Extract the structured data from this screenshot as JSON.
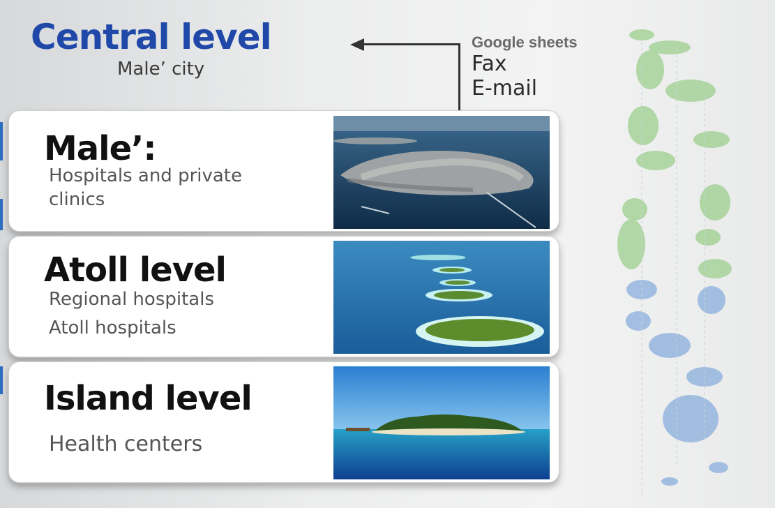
{
  "header": {
    "title": "Central level",
    "subtitle": "Male’ city"
  },
  "channels": [
    "Google sheets",
    "Fax",
    "E-mail"
  ],
  "levels": [
    {
      "title": "Male’:",
      "lines": [
        "Hospitals and private",
        "clinics"
      ]
    },
    {
      "title": "Atoll level",
      "lines": [
        "Regional hospitals",
        "Atoll hospitals"
      ]
    },
    {
      "title": "Island level",
      "lines": [
        "Health centers"
      ]
    }
  ],
  "colors": {
    "title_blue": "#1f48a8",
    "arrow": "#333333",
    "map_green": "#a7d39a",
    "map_blue": "#8fb3df"
  }
}
